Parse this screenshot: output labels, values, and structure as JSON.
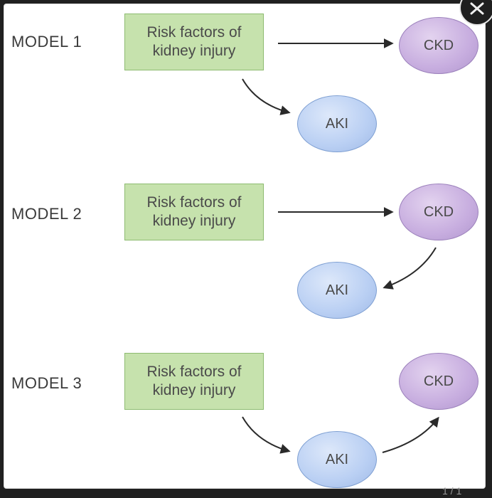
{
  "models": [
    {
      "label": "MODEL 1",
      "risk_line1": "Risk factors of",
      "risk_line2": "kidney injury",
      "ckd": "CKD",
      "aki": "AKI"
    },
    {
      "label": "MODEL 2",
      "risk_line1": "Risk factors of",
      "risk_line2": "kidney injury",
      "ckd": "CKD",
      "aki": "AKI"
    },
    {
      "label": "MODEL 3",
      "risk_line1": "Risk factors of",
      "risk_line2": "kidney injury",
      "ckd": "CKD",
      "aki": "AKI"
    }
  ],
  "edges": [
    {
      "model": "MODEL 1",
      "from": "Risk factors of kidney injury",
      "to": "CKD"
    },
    {
      "model": "MODEL 1",
      "from": "Risk factors of kidney injury",
      "to": "AKI"
    },
    {
      "model": "MODEL 2",
      "from": "Risk factors of kidney injury",
      "to": "CKD"
    },
    {
      "model": "MODEL 2",
      "from": "CKD",
      "to": "AKI"
    },
    {
      "model": "MODEL 3",
      "from": "Risk factors of kidney injury",
      "to": "AKI"
    },
    {
      "model": "MODEL 3",
      "from": "AKI",
      "to": "CKD"
    }
  ],
  "colors": {
    "risk_box_fill": "#c6e2ad",
    "ckd_fill": "#c7addf",
    "aki_fill": "#b9cff3",
    "arrow": "#2a2a2a"
  },
  "icons": {
    "close": "close-icon"
  },
  "page_indicator": "1 / 1"
}
